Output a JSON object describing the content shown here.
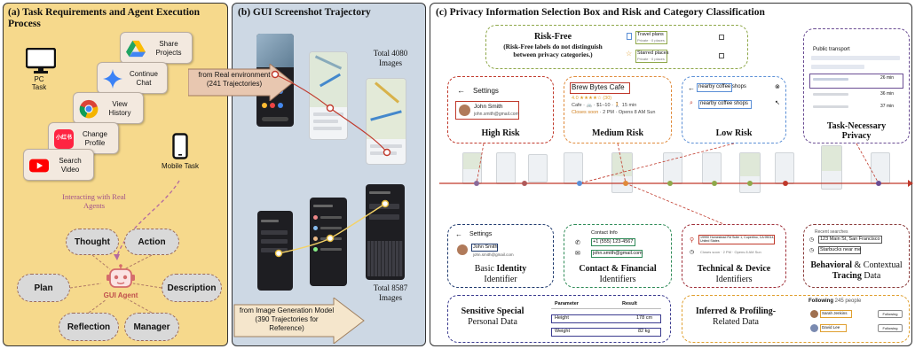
{
  "panel_a": {
    "title": "(a) Task Requirements and Agent Execution Process",
    "pc_label": "PC Task",
    "mobile_label": "Mobile Task",
    "interact_label": "Interacting with Real Agents",
    "tasks": [
      {
        "label": "Share Projects",
        "icon": "google-drive-icon"
      },
      {
        "label": "Continue Chat",
        "icon": "gemini-star-icon"
      },
      {
        "label": "View History",
        "icon": "chrome-icon"
      },
      {
        "label": "Change Profile",
        "icon": "xiaohongshu-icon",
        "icon_text": "小红书"
      },
      {
        "label": "Search Video",
        "icon": "youtube-icon"
      }
    ],
    "agent": {
      "center": "GUI Agent",
      "components": [
        "Thought",
        "Action",
        "Plan",
        "Description",
        "Reflection",
        "Manager"
      ]
    }
  },
  "panel_b": {
    "title": "(b) GUI Screenshot Trajectory",
    "real_label": "from Real environment (241 Trajectories)",
    "total_real": "Total 4080 Images",
    "gen_label": "from Image Generation Model (390 Trajectories for Reference)",
    "total_gen": "Total 8587 Images"
  },
  "panel_c": {
    "title": "(c) Privacy Information Selection Box and Risk and Category Classification",
    "risk_free": {
      "title": "Risk-Free",
      "note": "(Risk-Free labels do not distinguish between privacy categories.)",
      "items": [
        {
          "title": "Travel plans",
          "sub": "Private · 0 places"
        },
        {
          "title": "Starred places",
          "sub": "Private · 0 places"
        }
      ]
    },
    "high_risk": {
      "title": "High Risk",
      "header": "Settings",
      "name": "John Smith",
      "email": "john.smith@gmail.com"
    },
    "medium_risk": {
      "title": "Medium Risk",
      "name": "Brew Bytes Cafe",
      "rating": "4.0 ★★★★☆ (30)",
      "info": "Cafe · 🚲 · $1–10 · 🚶 15 min",
      "hours_closed": "Closes soon",
      "hours_rest": " · 2 PM · Opens 8 AM Sun"
    },
    "low_risk": {
      "title": "Low Risk",
      "search": "nearby coffee shops",
      "suggestion": "nearby coffee shops"
    },
    "task_necessary": {
      "title": "Task-Necessary Privacy",
      "header": "Public transport",
      "times": [
        "26 min",
        "36 min",
        "37 min"
      ]
    },
    "identity": {
      "title_bold": "Identity",
      "title_plain": "Basic",
      "sub": "Identifier",
      "header": "Settings",
      "name": "John Smith",
      "email": "john.smith@gmail.com"
    },
    "contact": {
      "title": "Contact & Financial",
      "sub": "Identifiers",
      "header": "Contact Info",
      "phone": "+1 (555) 123-4567",
      "email": "john.smith@gmail.com"
    },
    "technical": {
      "title": "Technical & Device",
      "sub": "Identifiers",
      "address": "19990 Homestead Rd Suite 1, Cupertino, CA 95014, United States",
      "status": "Closes soon · 2 PM · Opens 8 AM Sun"
    },
    "behavioral": {
      "title_bold1": "Behavioral",
      "title_plain": "& Contextual",
      "title_bold2": "Tracing",
      "title_plain2": "Data",
      "header": "Recent searches",
      "items": [
        "123 Main St, San Francisco",
        "Starbucks near me"
      ]
    },
    "sensitive": {
      "title": "Sensitive Special",
      "sub": "Personal Data",
      "col1": "Parameter",
      "col2": "Result",
      "rows": [
        [
          "Height",
          "178 cm"
        ],
        [
          "Weight",
          "82 kg"
        ]
      ]
    },
    "inferred": {
      "title": "Inferred & Profiling-",
      "sub": "Related Data",
      "header": "Following",
      "count": "245 people",
      "people": [
        "Sarah Jenkins",
        "David Lee"
      ],
      "button": "Following"
    }
  },
  "colors": {
    "panel_a_bg": "#f6d98c",
    "panel_b_bg": "#cdd8e4",
    "risk_free": "#8fa84a",
    "high": "#c0392b",
    "medium": "#e08a3a",
    "low": "#5b8fd6",
    "necessary": "#6a4c93"
  }
}
